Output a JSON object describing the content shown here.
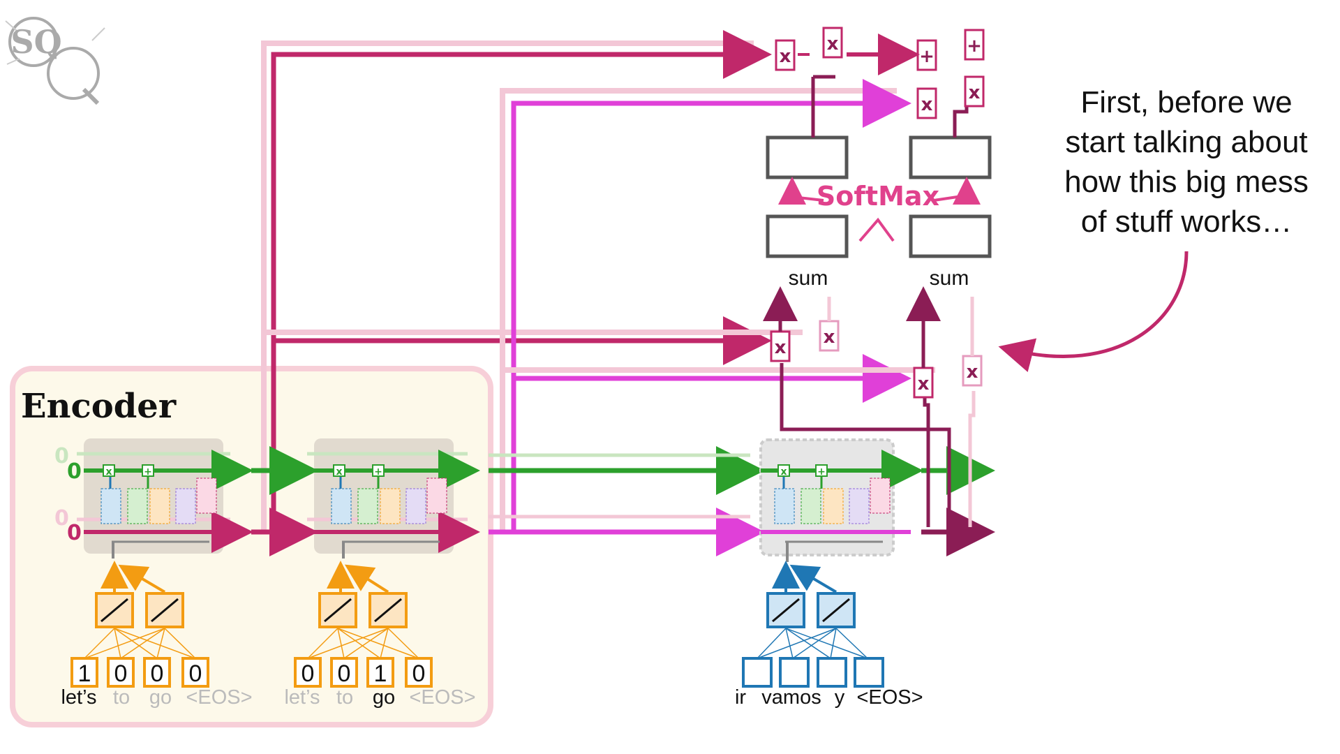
{
  "logo": {
    "text": "SQ"
  },
  "encoder": {
    "title": "Encoder"
  },
  "encoder_units": [
    {
      "one_hot": [
        "1",
        "0",
        "0",
        "0"
      ],
      "tokens": [
        "let’s",
        "to",
        "go",
        "<EOS>"
      ],
      "active_token": 0
    },
    {
      "one_hot": [
        "0",
        "0",
        "1",
        "0"
      ],
      "tokens": [
        "let’s",
        "to",
        "go",
        "<EOS>"
      ],
      "active_token": 2
    }
  ],
  "decoder_unit": {
    "tokens": [
      "ir",
      "vamos",
      "y",
      "<EOS>"
    ]
  },
  "initial_states": {
    "long_term": "0",
    "short_term": "0"
  },
  "lstm_ops": {
    "forget": "x",
    "add": "+"
  },
  "attention": {
    "multiply_label": "x",
    "add_label": "+",
    "sum_labels": [
      "sum",
      "sum"
    ],
    "softmax_label": "SoftMax"
  },
  "caption": {
    "lines": [
      "First, before we",
      "start talking about",
      "how this big mess",
      "of stuff works…"
    ]
  },
  "colors": {
    "green": "#2ca02c",
    "short_term": "#c0286a",
    "magenta": "#e040d8",
    "pink_faint": "#f3c7d6",
    "orange": "#f39c12",
    "blue": "#1f77b4",
    "encoder_bg": "#fdf9ea",
    "encoder_border": "#f7cfd8",
    "softmax": "#e0418c"
  }
}
